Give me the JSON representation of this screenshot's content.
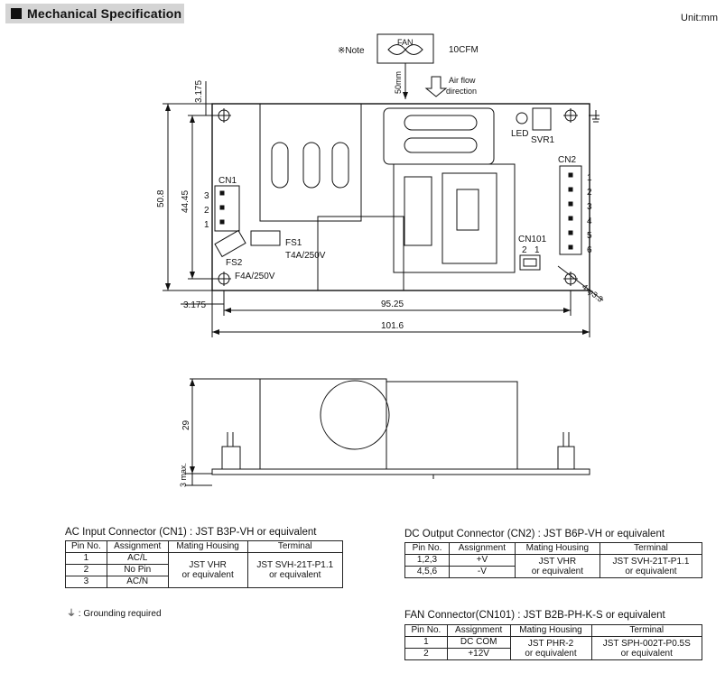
{
  "header": {
    "title": "Mechanical Specification",
    "unit": "Unit:mm"
  },
  "drawing": {
    "note": "※Note",
    "fan_label": "FAN",
    "cfm": "10CFM",
    "fan_dist": "50mm",
    "airflow_line1": "Air flow",
    "airflow_line2": "direction",
    "led": "LED",
    "svr1": "SVR1",
    "cn1": "CN1",
    "cn1_pins": [
      "3",
      "2",
      "1"
    ],
    "cn2": "CN2",
    "cn2_pins": [
      "1",
      "2",
      "3",
      "4",
      "5",
      "6"
    ],
    "cn101": "CN101",
    "cn101_pins": [
      "2",
      "1"
    ],
    "fs1": "FS1",
    "fs1_rating": "T4A/250V",
    "fs2": "FS2",
    "fs2_rating": "F4A/250V",
    "hole": "4-φ3.3",
    "dims": {
      "top_offset": "3.175",
      "height_total": "50.8",
      "height_inner": "44.45",
      "left_offset": "3.175",
      "width_inner": "95.25",
      "width_total": "101.6",
      "side_height": "29",
      "side_base": "3 max."
    }
  },
  "tables": {
    "cn1": {
      "caption": "AC Input Connector (CN1) : JST B3P-VH or equivalent",
      "headers": [
        "Pin No.",
        "Assignment",
        "Mating Housing",
        "Terminal"
      ],
      "rows": [
        [
          "1",
          "AC/L"
        ],
        [
          "2",
          "No Pin"
        ],
        [
          "3",
          "AC/N"
        ]
      ],
      "housing": [
        "JST VHR",
        "or equivalent"
      ],
      "terminal": [
        "JST SVH-21T-P1.1",
        "or equivalent"
      ]
    },
    "cn2": {
      "caption": "DC Output Connector (CN2) : JST B6P-VH or equivalent",
      "headers": [
        "Pin No.",
        "Assignment",
        "Mating Housing",
        "Terminal"
      ],
      "rows": [
        [
          "1,2,3",
          "+V"
        ],
        [
          "4,5,6",
          "-V"
        ]
      ],
      "housing": [
        "JST VHR",
        "or equivalent"
      ],
      "terminal": [
        "JST SVH-21T-P1.1",
        "or equivalent"
      ]
    },
    "cn101": {
      "caption": "FAN Connector(CN101) :  JST B2B-PH-K-S or equivalent",
      "headers": [
        "Pin No.",
        "Assignment",
        "Mating Housing",
        "Terminal"
      ],
      "rows": [
        [
          "1",
          "DC COM"
        ],
        [
          "2",
          "+12V"
        ]
      ],
      "housing": [
        "JST PHR-2",
        "or equivalent"
      ],
      "terminal": [
        "JST SPH-002T-P0.5S",
        "or equivalent"
      ]
    }
  },
  "grounding_note": "⏚ : Grounding required"
}
